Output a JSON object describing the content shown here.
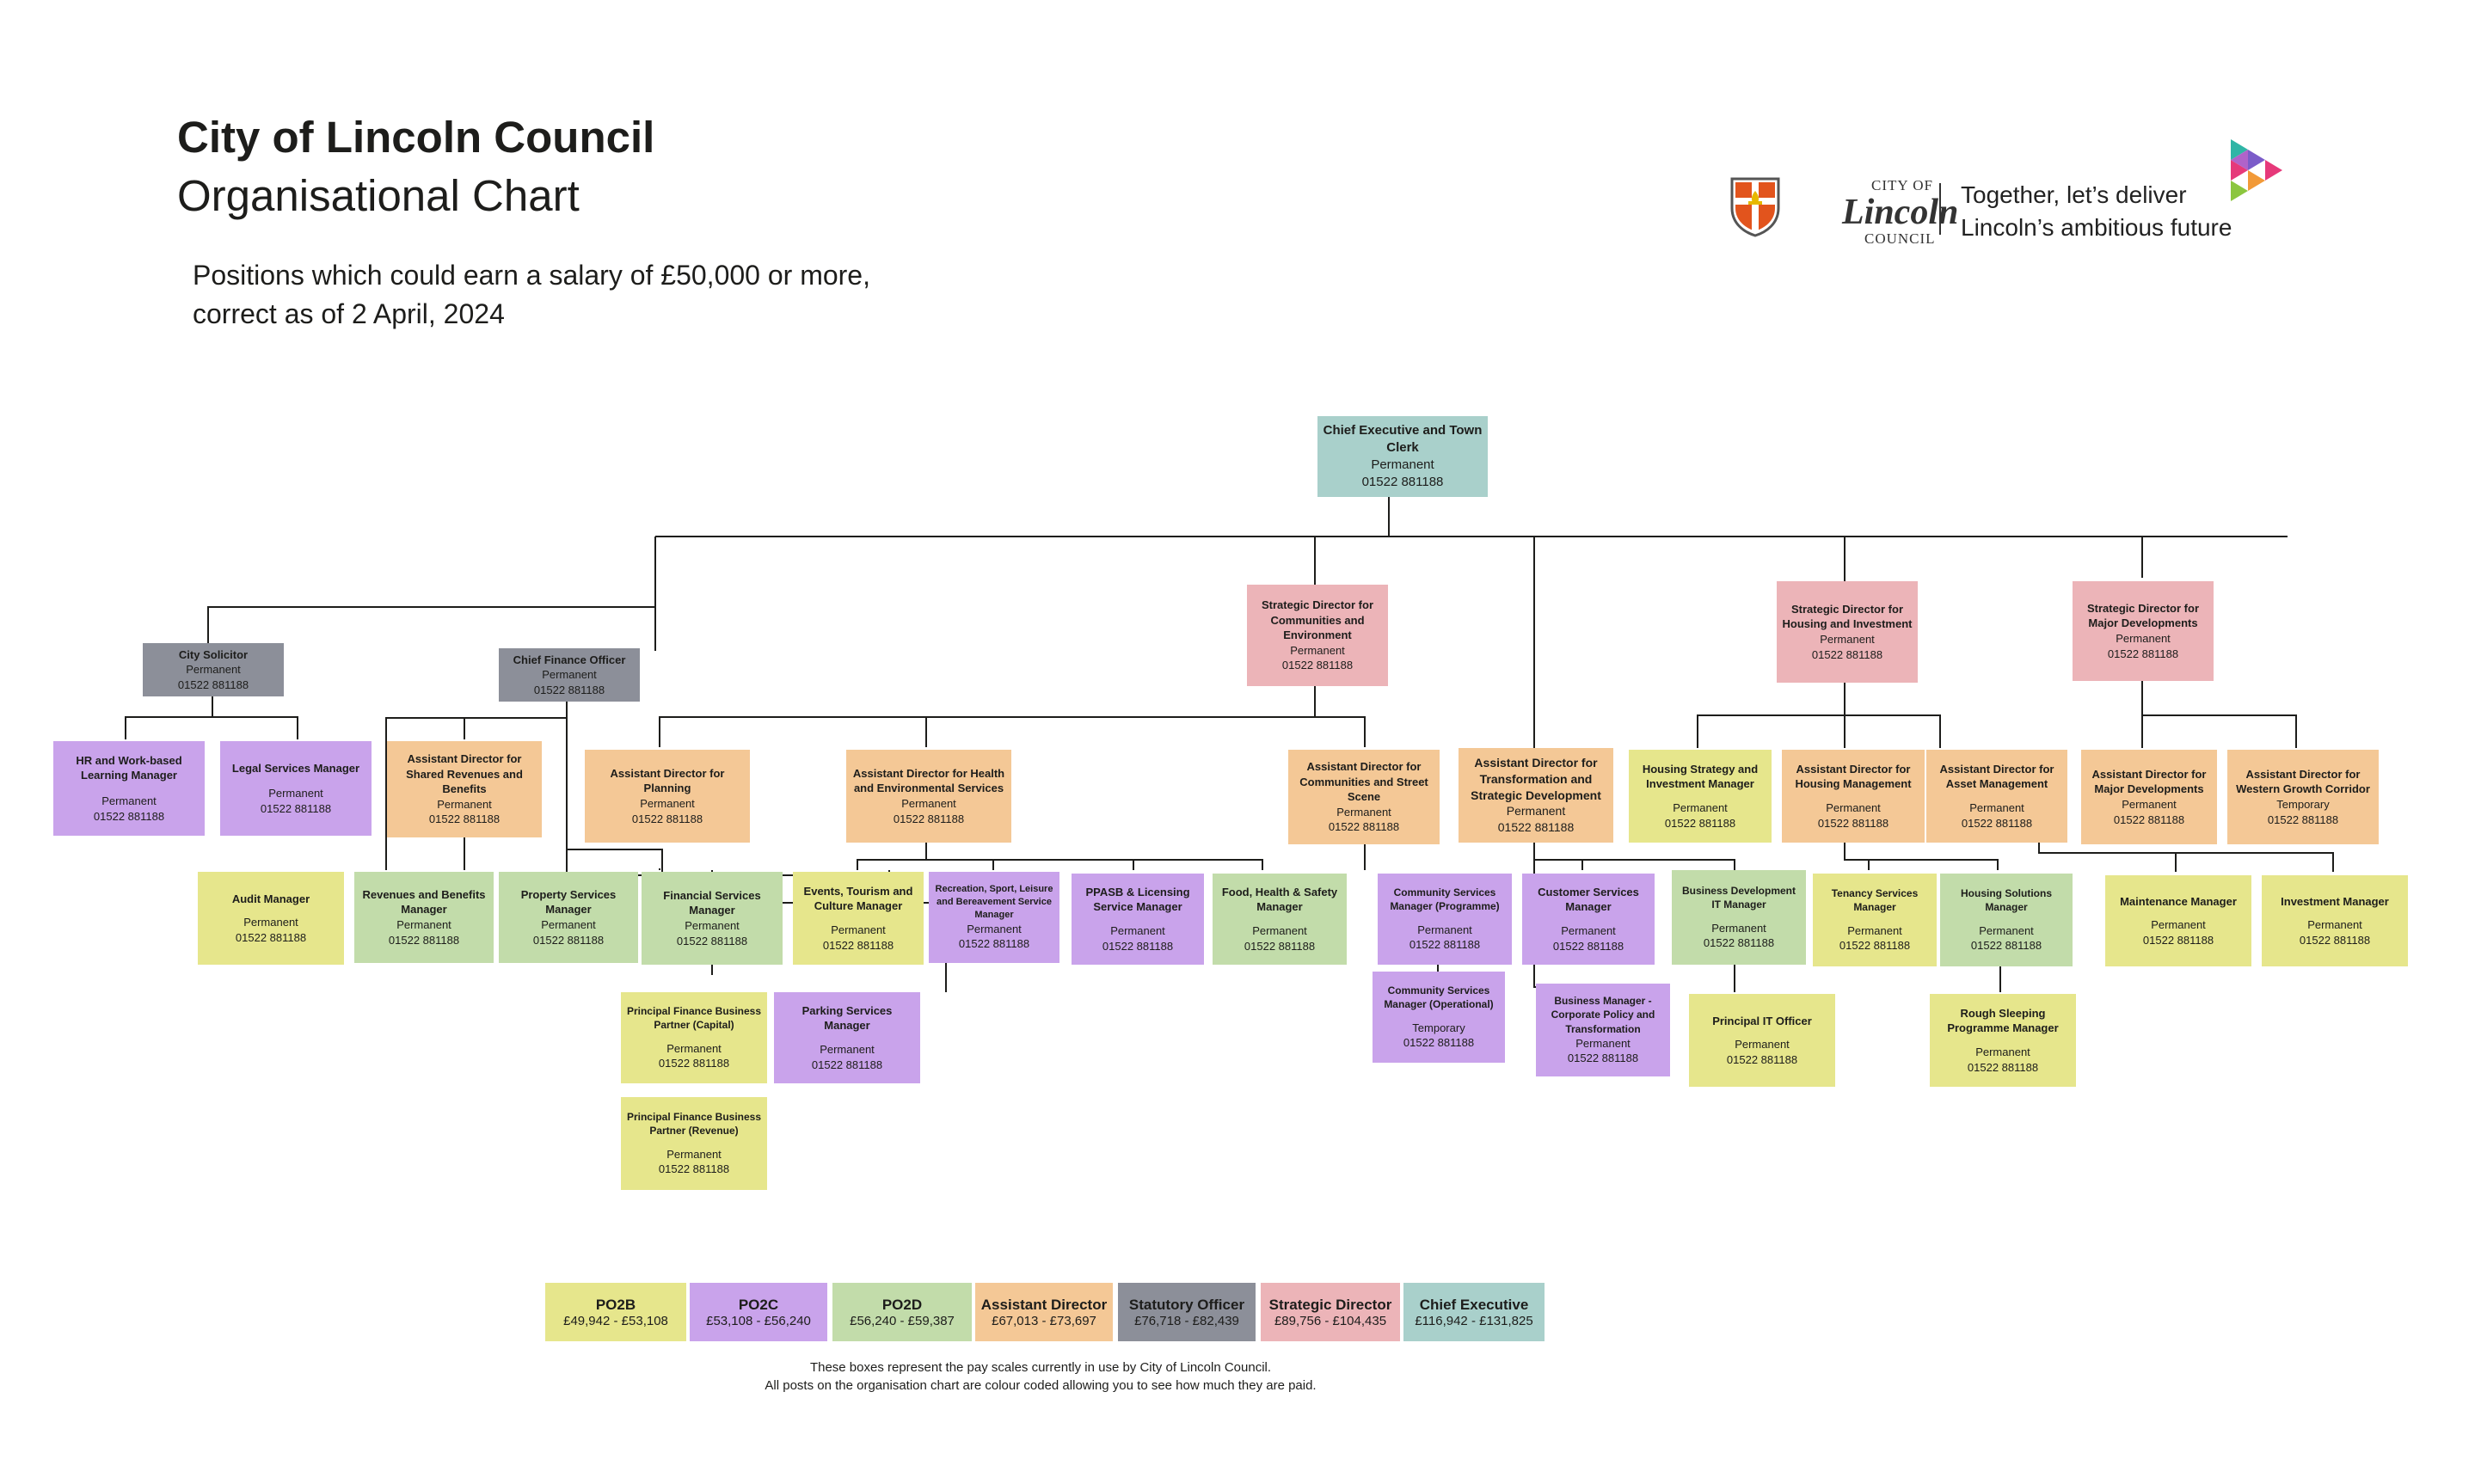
{
  "header": {
    "title": "City of Lincoln Council",
    "subtitle": "Organisational Chart",
    "intro_line1": "Positions which could earn a salary of £50,000 or more,",
    "intro_line2": "correct as of 2 April, 2024"
  },
  "logo": {
    "city_of": "CITY OF",
    "lincoln": "Lincoln",
    "council": "COUNCIL",
    "tagline_line1": "Together, let’s deliver",
    "tagline_line2": "Lincoln’s ambitious future"
  },
  "colors": {
    "po2b": "#e6e68c",
    "po2c": "#c9a3eb",
    "po2d": "#c2dcaa",
    "assistant_director": "#f4c896",
    "statutory_officer": "#8c8f99",
    "strategic_director": "#ecb4b8",
    "chief_executive": "#a9d0cb"
  },
  "positions": [
    {
      "id": "ce",
      "title": "Chief Executive and Town Clerk",
      "status": "Permanent",
      "phone": "01522 881188",
      "grade": "ce"
    },
    {
      "id": "solicitor",
      "title": "City Solicitor",
      "status": "Permanent",
      "phone": "01522 881188",
      "grade": "stat"
    },
    {
      "id": "cfo",
      "title": "Chief Finance Officer",
      "status": "Permanent",
      "phone": "01522 881188",
      "grade": "stat"
    },
    {
      "id": "sd_comm",
      "title": "Strategic Director for Communities and Environment",
      "status": "Permanent",
      "phone": "01522 881188",
      "grade": "sd"
    },
    {
      "id": "sd_housing",
      "title": "Strategic Director for Housing and Investment",
      "status": "Permanent",
      "phone": "01522 881188",
      "grade": "sd"
    },
    {
      "id": "sd_major",
      "title": "Strategic Director for Major Developments",
      "status": "Permanent",
      "phone": "01522 881188",
      "grade": "sd"
    },
    {
      "id": "hr",
      "title": "HR and Work-based Learning Manager",
      "status": "Permanent",
      "phone": "01522 881188",
      "grade": "po2c"
    },
    {
      "id": "legal",
      "title": "Legal Services Manager",
      "status": "Permanent",
      "phone": "01522 881188",
      "grade": "po2c"
    },
    {
      "id": "ad_revs",
      "title": "Assistant Director for Shared Revenues and Benefits",
      "status": "Permanent",
      "phone": "01522 881188",
      "grade": "ad"
    },
    {
      "id": "ad_planning",
      "title": "Assistant Director for Planning",
      "status": "Permanent",
      "phone": "01522 881188",
      "grade": "ad"
    },
    {
      "id": "ad_health",
      "title": "Assistant Director for Health and Environmental Services",
      "status": "Permanent",
      "phone": "01522 881188",
      "grade": "ad"
    },
    {
      "id": "ad_street",
      "title": "Assistant Director for Communities and Street Scene",
      "status": "Permanent",
      "phone": "01522 881188",
      "grade": "ad"
    },
    {
      "id": "ad_transform",
      "title": "Assistant Director for Transformation and Strategic Development",
      "status": "Permanent",
      "phone": "01522 881188",
      "grade": "ad"
    },
    {
      "id": "housing_strategy",
      "title": "Housing Strategy and Investment Manager",
      "status": "Permanent",
      "phone": "01522 881188",
      "grade": "po2b"
    },
    {
      "id": "ad_housing_mgmt",
      "title": "Assistant Director for Housing Management",
      "status": "Permanent",
      "phone": "01522 881188",
      "grade": "ad"
    },
    {
      "id": "ad_asset",
      "title": "Assistant Director for Asset Management",
      "status": "Permanent",
      "phone": "01522 881188",
      "grade": "ad"
    },
    {
      "id": "ad_major",
      "title": "Assistant Director for Major Developments",
      "status": "Permanent",
      "phone": "01522 881188",
      "grade": "ad"
    },
    {
      "id": "ad_western",
      "title": "Assistant Director for Western Growth Corridor",
      "status": "Temporary",
      "phone": "01522 881188",
      "grade": "ad"
    },
    {
      "id": "audit",
      "title": "Audit Manager",
      "status": "Permanent",
      "phone": "01522 881188",
      "grade": "po2b"
    },
    {
      "id": "revs_mgr",
      "title": "Revenues and Benefits Manager",
      "status": "Permanent",
      "phone": "01522 881188",
      "grade": "po2d"
    },
    {
      "id": "property",
      "title": "Property Services Manager",
      "status": "Permanent",
      "phone": "01522 881188",
      "grade": "po2d"
    },
    {
      "id": "financial",
      "title": "Financial Services Manager",
      "status": "Permanent",
      "phone": "01522 881188",
      "grade": "po2d"
    },
    {
      "id": "events",
      "title": "Events, Tourism and Culture Manager",
      "status": "Permanent",
      "phone": "01522 881188",
      "grade": "po2b"
    },
    {
      "id": "recreation",
      "title": "Recreation, Sport, Leisure and Bereavement Service Manager",
      "status": "Permanent",
      "phone": "01522 881188",
      "grade": "po2c"
    },
    {
      "id": "ppasb",
      "title": "PPASB & Licensing Service Manager",
      "status": "Permanent",
      "phone": "01522 881188",
      "grade": "po2c"
    },
    {
      "id": "food",
      "title": "Food, Health & Safety Manager",
      "status": "Permanent",
      "phone": "01522 881188",
      "grade": "po2d"
    },
    {
      "id": "comm_prog",
      "title": "Community Services Manager (Programme)",
      "status": "Permanent",
      "phone": "01522 881188",
      "grade": "po2c"
    },
    {
      "id": "customer",
      "title": "Customer Services Manager",
      "status": "Permanent",
      "phone": "01522 881188",
      "grade": "po2c"
    },
    {
      "id": "bd_it",
      "title": "Business Development IT Manager",
      "status": "Permanent",
      "phone": "01522 881188",
      "grade": "po2d"
    },
    {
      "id": "tenancy",
      "title": "Tenancy Services Manager",
      "status": "Permanent",
      "phone": "01522 881188",
      "grade": "po2b"
    },
    {
      "id": "housing_sol",
      "title": "Housing Solutions Manager",
      "status": "Permanent",
      "phone": "01522 881188",
      "grade": "po2d"
    },
    {
      "id": "maintenance",
      "title": "Maintenance Manager",
      "status": "Permanent",
      "phone": "01522 881188",
      "grade": "po2b"
    },
    {
      "id": "investment",
      "title": "Investment Manager",
      "status": "Permanent",
      "phone": "01522 881188",
      "grade": "po2b"
    },
    {
      "id": "pfbp_capital",
      "title": "Principal Finance Business Partner (Capital)",
      "status": "Permanent",
      "phone": "01522 881188",
      "grade": "po2b"
    },
    {
      "id": "parking",
      "title": "Parking Services Manager",
      "status": "Permanent",
      "phone": "01522 881188",
      "grade": "po2c"
    },
    {
      "id": "comm_ops",
      "title": "Community Services Manager (Operational)",
      "status": "Temporary",
      "phone": "01522 881188",
      "grade": "po2c"
    },
    {
      "id": "bm_corp",
      "title": "Business Manager - Corporate Policy and Transformation",
      "status": "Permanent",
      "phone": "01522 881188",
      "grade": "po2c"
    },
    {
      "id": "pito",
      "title": "Principal IT Officer",
      "status": "Permanent",
      "phone": "01522 881188",
      "grade": "po2b"
    },
    {
      "id": "rough",
      "title": "Rough Sleeping Programme Manager",
      "status": "Permanent",
      "phone": "01522 881188",
      "grade": "po2b"
    },
    {
      "id": "pfbp_revenue",
      "title": "Principal Finance Business Partner (Revenue)",
      "status": "Permanent",
      "phone": "01522 881188",
      "grade": "po2b"
    }
  ],
  "legend": [
    {
      "label": "PO2B",
      "range": "£49,942 - £53,108",
      "grade": "po2b"
    },
    {
      "label": "PO2C",
      "range": "£53,108 - £56,240",
      "grade": "po2c"
    },
    {
      "label": "PO2D",
      "range": "£56,240 - £59,387",
      "grade": "po2d"
    },
    {
      "label": "Assistant Director",
      "range": "£67,013 - £73,697",
      "grade": "ad"
    },
    {
      "label": "Statutory Officer",
      "range": "£76,718 - £82,439",
      "grade": "stat"
    },
    {
      "label": "Strategic Director",
      "range": "£89,756 - £104,435",
      "grade": "sd"
    },
    {
      "label": "Chief Executive",
      "range": "£116,942 - £131,825",
      "grade": "ce"
    }
  ],
  "footnote": {
    "line1": "These boxes represent the pay scales currently in use by City of Lincoln Council.",
    "line2": "All posts on the organisation chart are colour coded allowing you to see how much they are paid."
  }
}
